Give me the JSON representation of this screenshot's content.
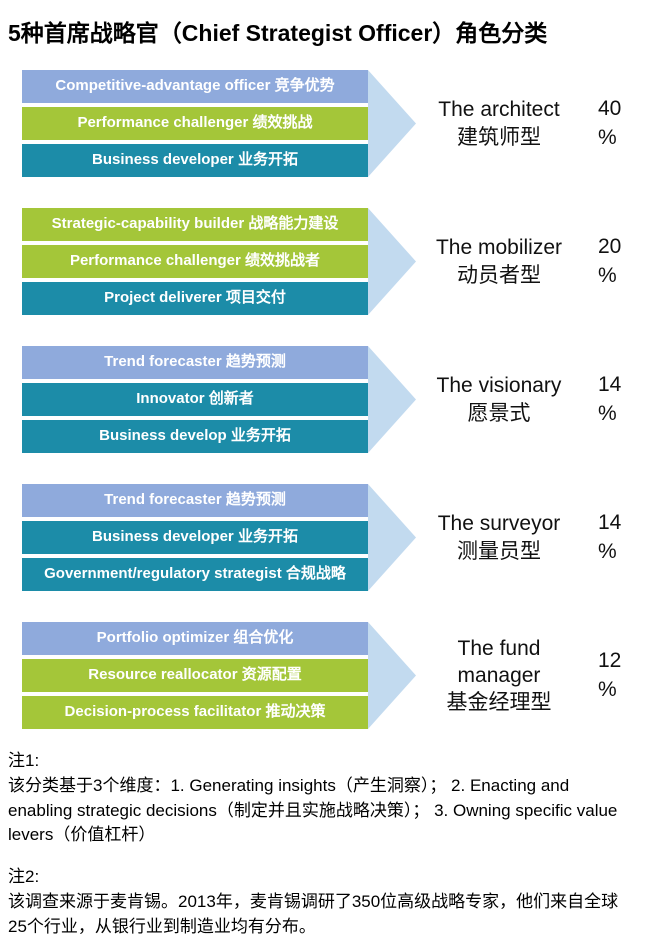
{
  "title": "5种首席战略官（Chief Strategist Officer）角色分类",
  "colors": {
    "bar_blue": "#8FAADC",
    "bar_green": "#A4C639",
    "bar_teal": "#1C8CA8",
    "arrow": "#C2DAEF",
    "bar_text": "#FFFFFF",
    "text": "#000000"
  },
  "groups": [
    {
      "role_en": "The architect",
      "role_zh": "建筑师型",
      "percent_value": "40",
      "percent_unit": "%",
      "bars": [
        {
          "label": "Competitive-advantage officer 竞争优势",
          "color": "#8FAADC"
        },
        {
          "label": "Performance challenger 绩效挑战",
          "color": "#A4C639"
        },
        {
          "label": "Business developer 业务开拓",
          "color": "#1C8CA8"
        }
      ]
    },
    {
      "role_en": "The mobilizer",
      "role_zh": "动员者型",
      "percent_value": "20",
      "percent_unit": "%",
      "bars": [
        {
          "label": "Strategic-capability builder 战略能力建设",
          "color": "#A4C639"
        },
        {
          "label": "Performance challenger 绩效挑战者",
          "color": "#A4C639"
        },
        {
          "label": "Project deliverer 项目交付",
          "color": "#1C8CA8"
        }
      ]
    },
    {
      "role_en": "The visionary",
      "role_zh": "愿景式",
      "percent_value": "14",
      "percent_unit": "%",
      "bars": [
        {
          "label": "Trend forecaster 趋势预测",
          "color": "#8FAADC"
        },
        {
          "label": "Innovator 创新者",
          "color": "#1C8CA8"
        },
        {
          "label": "Business develop 业务开拓",
          "color": "#1C8CA8"
        }
      ]
    },
    {
      "role_en": "The surveyor",
      "role_zh": "测量员型",
      "percent_value": "14",
      "percent_unit": "%",
      "bars": [
        {
          "label": "Trend forecaster 趋势预测",
          "color": "#8FAADC"
        },
        {
          "label": "Business developer 业务开拓",
          "color": "#1C8CA8"
        },
        {
          "label": "Government/regulatory strategist 合规战略",
          "color": "#1C8CA8"
        }
      ]
    },
    {
      "role_en": "The fund manager",
      "role_zh": "基金经理型",
      "percent_value": "12",
      "percent_unit": "%",
      "bars": [
        {
          "label": "Portfolio optimizer 组合优化",
          "color": "#8FAADC"
        },
        {
          "label": "Resource reallocator 资源配置",
          "color": "#A4C639"
        },
        {
          "label": "Decision-process facilitator 推动决策",
          "color": "#A4C639"
        }
      ]
    }
  ],
  "notes": [
    {
      "heading": "注1:",
      "body": "该分类基于3个维度：1. Generating insights（产生洞察）； 2. Enacting and enabling strategic decisions（制定并且实施战略决策）； 3. Owning specific value levers（价值杠杆）"
    },
    {
      "heading": "注2:",
      "body": "该调查来源于麦肯锡。2013年，麦肯锡调研了350位高级战略专家，他们来自全球25个行业，从银行业到制造业均有分布。"
    }
  ],
  "chart_data": {
    "type": "bar",
    "title": "5种首席战略官（Chief Strategist Officer）角色分类",
    "categories": [
      "The architect 建筑师型",
      "The mobilizer 动员者型",
      "The visionary 愿景式",
      "The surveyor 测量员型",
      "The fund manager 基金经理型"
    ],
    "values": [
      40,
      20,
      14,
      14,
      12
    ],
    "unit": "%",
    "legend_position": "none",
    "grid": false,
    "series": [
      {
        "name": "The architect 建筑师型",
        "value": 40,
        "roles": [
          "Competitive-advantage officer 竞争优势",
          "Performance challenger 绩效挑战",
          "Business developer 业务开拓"
        ]
      },
      {
        "name": "The mobilizer 动员者型",
        "value": 20,
        "roles": [
          "Strategic-capability builder 战略能力建设",
          "Performance challenger 绩效挑战者",
          "Project deliverer 项目交付"
        ]
      },
      {
        "name": "The visionary 愿景式",
        "value": 14,
        "roles": [
          "Trend forecaster 趋势预测",
          "Innovator 创新者",
          "Business develop 业务开拓"
        ]
      },
      {
        "name": "The surveyor 测量员型",
        "value": 14,
        "roles": [
          "Trend forecaster 趋势预测",
          "Business developer 业务开拓",
          "Government/regulatory strategist 合规战略"
        ]
      },
      {
        "name": "The fund manager 基金经理型",
        "value": 12,
        "roles": [
          "Portfolio optimizer 组合优化",
          "Resource reallocator 资源配置",
          "Decision-process facilitator 推动决策"
        ]
      }
    ]
  }
}
